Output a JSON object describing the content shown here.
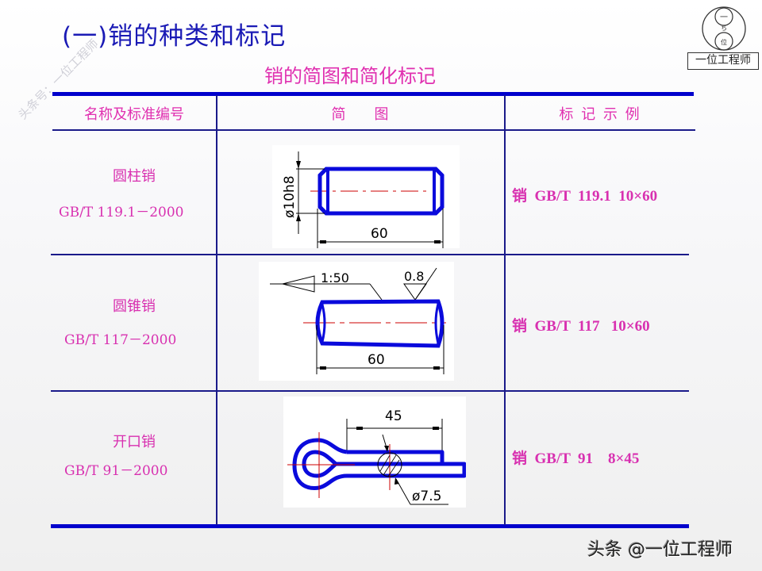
{
  "slide": {
    "title": "(一)销的种类和标记",
    "subtitle": "销的简图和简化标记",
    "watermark_diagonal": "头条号：一位工程师",
    "logo": {
      "label": "一位工程师",
      "top_circle_char": "一",
      "bottom_circle_char": "位"
    },
    "footer_watermark": "头条 @一位工程师"
  },
  "table": {
    "headers": [
      "名称及标准编号",
      "简　　图",
      "标 记 示 例"
    ],
    "rows": [
      {
        "name": "圆柱销",
        "standard": "GB/T 119.1－2000",
        "mark": "销  GB/T  119.1  10×60",
        "drawing": {
          "type": "cylindrical-pin",
          "diameter_label": "ø10h8",
          "length_label": "60"
        }
      },
      {
        "name": "圆锥销",
        "standard": "GB/T 117－2000",
        "mark": "销  GB/T  117   10×60",
        "drawing": {
          "type": "taper-pin",
          "taper_label": "1:50",
          "roughness_label": "0.8",
          "length_label": "60"
        }
      },
      {
        "name": "开口销",
        "standard": "GB/T 91－2000",
        "mark": "销  GB/T  91    8×45",
        "drawing": {
          "type": "split-pin",
          "length_label": "45",
          "diameter_label": "ø7.5"
        }
      }
    ]
  },
  "colors": {
    "title": "#1a1ab5",
    "accent_text": "#e030b0",
    "table_line_thick": "#0000cc",
    "table_line_thin": "#1a1a8a",
    "drawing_outline": "#0a0adc",
    "centerline": "#cc0000"
  }
}
